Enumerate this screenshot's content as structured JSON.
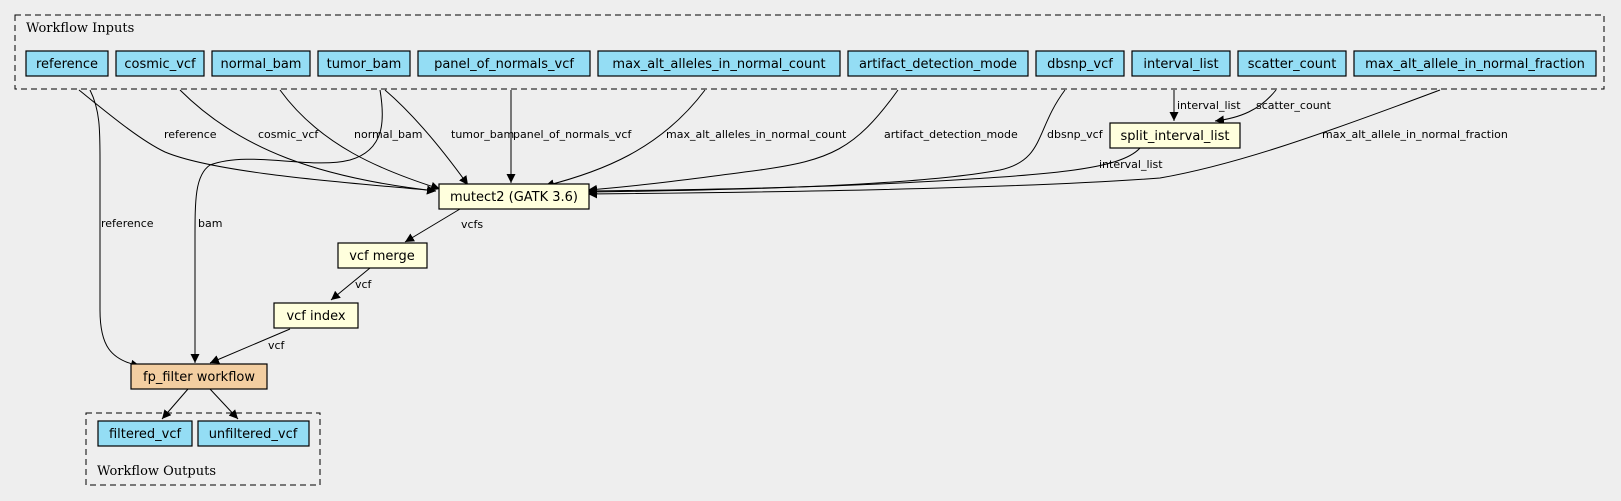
{
  "clusters": {
    "inputs": {
      "label": "Workflow Inputs"
    },
    "outputs": {
      "label": "Workflow Outputs"
    }
  },
  "colors": {
    "background": "#eeeeee",
    "input_node": "#94ddf4",
    "step_node": "#ffffdd",
    "subworkflow_node": "#f3cea1",
    "stroke": "#000000"
  },
  "inputs": [
    {
      "id": "reference",
      "label": "reference"
    },
    {
      "id": "cosmic_vcf",
      "label": "cosmic_vcf"
    },
    {
      "id": "normal_bam",
      "label": "normal_bam"
    },
    {
      "id": "tumor_bam",
      "label": "tumor_bam"
    },
    {
      "id": "panel_of_normals_vcf",
      "label": "panel_of_normals_vcf"
    },
    {
      "id": "max_alt_alleles_in_normal_count",
      "label": "max_alt_alleles_in_normal_count"
    },
    {
      "id": "artifact_detection_mode",
      "label": "artifact_detection_mode"
    },
    {
      "id": "dbsnp_vcf",
      "label": "dbsnp_vcf"
    },
    {
      "id": "interval_list",
      "label": "interval_list"
    },
    {
      "id": "scatter_count",
      "label": "scatter_count"
    },
    {
      "id": "max_alt_allele_in_normal_fraction",
      "label": "max_alt_allele_in_normal_fraction"
    }
  ],
  "steps": [
    {
      "id": "split_interval_list",
      "label": "split_interval_list",
      "kind": "step"
    },
    {
      "id": "mutect2",
      "label": "mutect2 (GATK 3.6)",
      "kind": "step"
    },
    {
      "id": "vcf_merge",
      "label": "vcf merge",
      "kind": "step"
    },
    {
      "id": "vcf_index",
      "label": "vcf index",
      "kind": "step"
    },
    {
      "id": "fp_filter",
      "label": "fp_filter workflow",
      "kind": "subworkflow"
    }
  ],
  "outputs": [
    {
      "id": "filtered_vcf",
      "label": "filtered_vcf"
    },
    {
      "id": "unfiltered_vcf",
      "label": "unfiltered_vcf"
    }
  ],
  "edges": [
    {
      "id": "reference_to_mutect2",
      "from": "reference",
      "to": "mutect2",
      "label": "reference"
    },
    {
      "id": "reference_to_fp_filter",
      "from": "reference",
      "to": "fp_filter",
      "label": "reference"
    },
    {
      "id": "cosmic_vcf_to_mutect2",
      "from": "cosmic_vcf",
      "to": "mutect2",
      "label": "cosmic_vcf"
    },
    {
      "id": "normal_bam_to_mutect2",
      "from": "normal_bam",
      "to": "mutect2",
      "label": "normal_bam"
    },
    {
      "id": "tumor_bam_to_mutect2",
      "from": "tumor_bam",
      "to": "mutect2",
      "label": "tumor_bam"
    },
    {
      "id": "tumor_bam_to_fp_filter",
      "from": "tumor_bam",
      "to": "fp_filter",
      "label": "bam"
    },
    {
      "id": "panel_of_normals_vcf_to_mutect2",
      "from": "panel_of_normals_vcf",
      "to": "mutect2",
      "label": "panel_of_normals_vcf"
    },
    {
      "id": "max_alt_alleles_in_normal_count_to_mutect2",
      "from": "max_alt_alleles_in_normal_count",
      "to": "mutect2",
      "label": "max_alt_alleles_in_normal_count"
    },
    {
      "id": "artifact_detection_mode_to_mutect2",
      "from": "artifact_detection_mode",
      "to": "mutect2",
      "label": "artifact_detection_mode"
    },
    {
      "id": "dbsnp_vcf_to_mutect2",
      "from": "dbsnp_vcf",
      "to": "mutect2",
      "label": "dbsnp_vcf"
    },
    {
      "id": "interval_list_to_split",
      "from": "interval_list",
      "to": "split_interval_list",
      "label": "interval_list"
    },
    {
      "id": "scatter_count_to_split",
      "from": "scatter_count",
      "to": "split_interval_list",
      "label": "scatter_count"
    },
    {
      "id": "max_alt_allele_in_normal_fraction_to_mutect2",
      "from": "max_alt_allele_in_normal_fraction",
      "to": "mutect2",
      "label": "max_alt_allele_in_normal_fraction"
    },
    {
      "id": "split_to_mutect2",
      "from": "split_interval_list",
      "to": "mutect2",
      "label": "interval_list"
    },
    {
      "id": "mutect2_to_vcf_merge",
      "from": "mutect2",
      "to": "vcf_merge",
      "label": "vcfs"
    },
    {
      "id": "vcf_merge_to_vcf_index",
      "from": "vcf_merge",
      "to": "vcf_index",
      "label": "vcf"
    },
    {
      "id": "vcf_index_to_fp_filter",
      "from": "vcf_index",
      "to": "fp_filter",
      "label": "vcf"
    },
    {
      "id": "fp_filter_to_filtered_vcf",
      "from": "fp_filter",
      "to": "filtered_vcf",
      "label": ""
    },
    {
      "id": "fp_filter_to_unfiltered_vcf",
      "from": "fp_filter",
      "to": "unfiltered_vcf",
      "label": ""
    }
  ]
}
